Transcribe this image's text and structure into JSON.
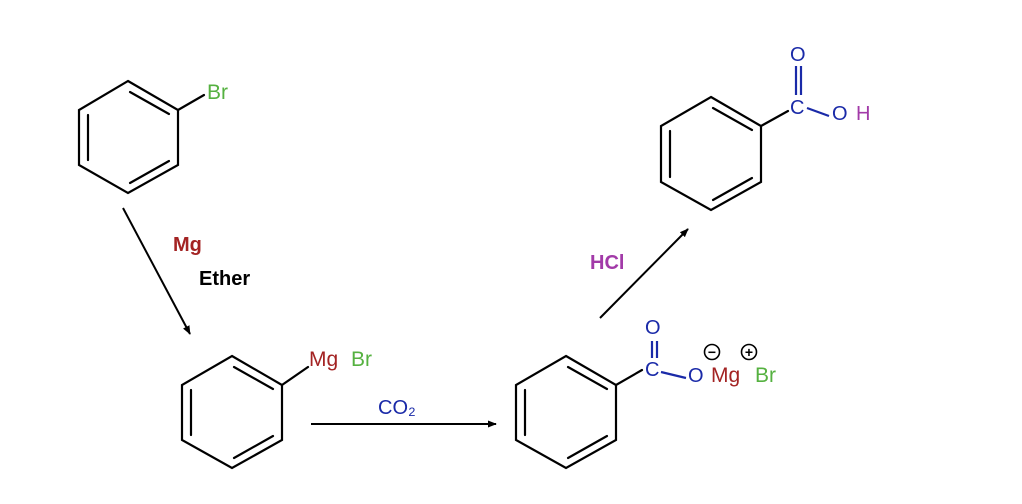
{
  "colors": {
    "bromine": "#55b140",
    "magnesium": "#a32323",
    "carbon_oxygen": "#1a2aa8",
    "hydrogen": "#a23aa8",
    "hcl": "#a23aa8",
    "text": "#000000"
  },
  "reagents": {
    "step1_metal": "Mg",
    "step1_solvent": "Ether",
    "step2": "CO₂",
    "step3": "HCl"
  },
  "bromobenzene": {
    "substituent": "Br"
  },
  "grignard": {
    "metal": "Mg",
    "halogen": "Br"
  },
  "carboxylate_salt": {
    "carbonyl_o": "O",
    "carbon": "C",
    "anion_o": "O",
    "metal": "Mg",
    "halogen": "Br",
    "anion_charge": "−",
    "cation_charge": "+"
  },
  "benzoic_acid": {
    "carbonyl_o": "O",
    "carbon": "C",
    "hydroxyl_o": "O",
    "hydroxyl_h": "H"
  }
}
